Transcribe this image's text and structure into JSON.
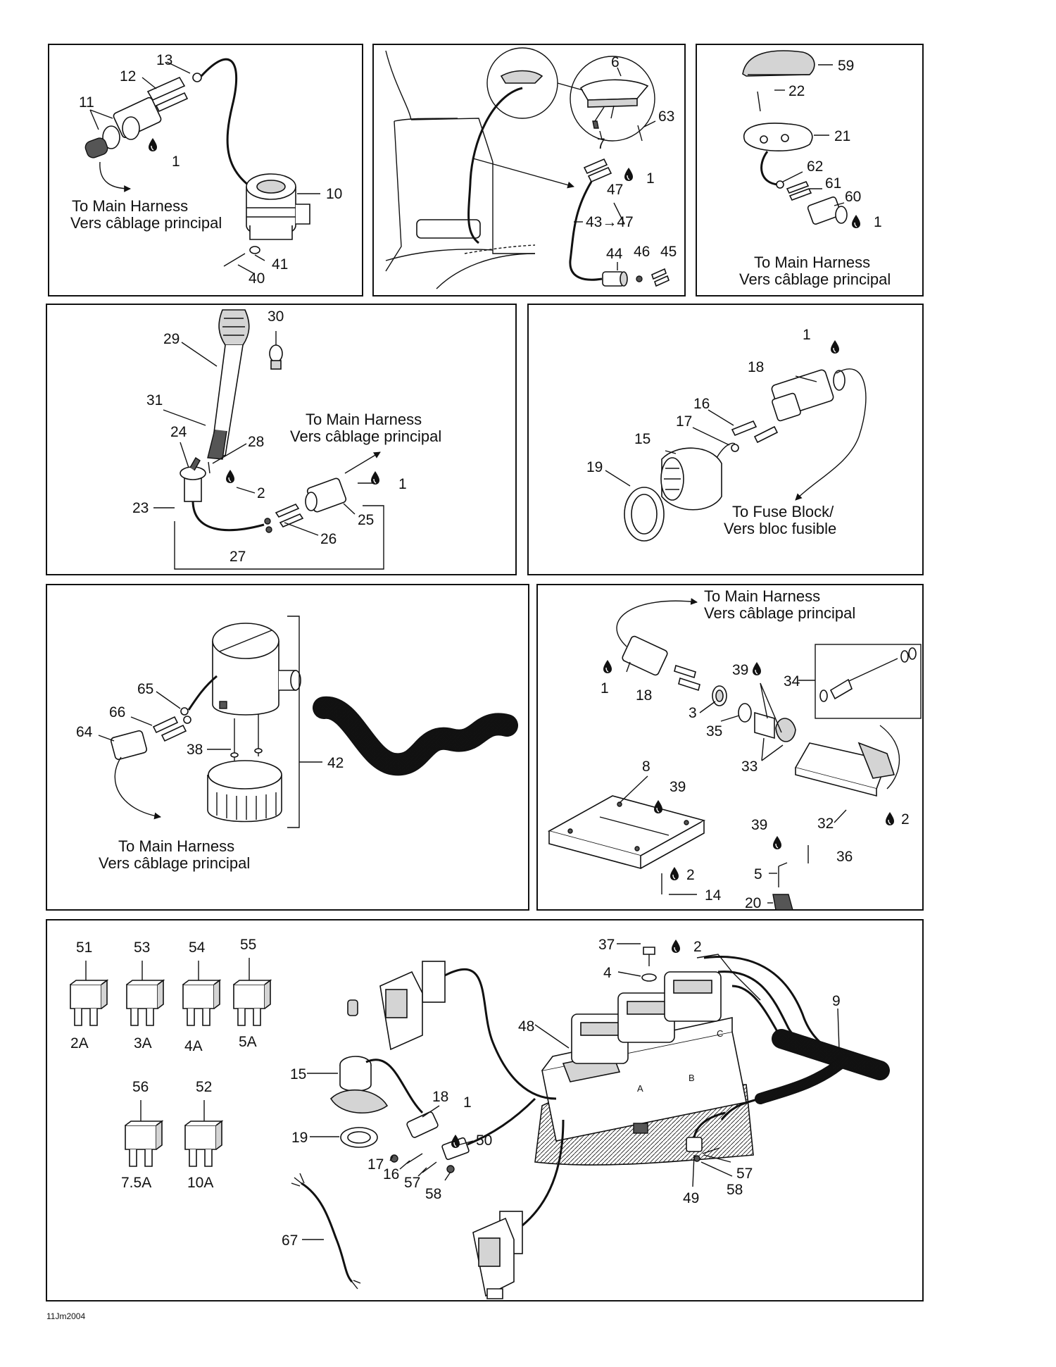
{
  "figure_code": "11Jm2004",
  "notes": {
    "main_harness_en": "To Main Harness",
    "main_harness_fr": "Vers câblage principal",
    "fuse_block_en": "To Fuse Block/",
    "fuse_block_fr": "Vers bloc fusible"
  },
  "labels": {
    "p1": {
      "n13": "13",
      "n12": "12",
      "n11": "11",
      "n1": "1",
      "n10": "10",
      "n41": "41",
      "n40": "40"
    },
    "p2": {
      "n6": "6",
      "n63": "63",
      "n7": "7",
      "n1": "1",
      "n47": "47",
      "n43": "43→47",
      "n44": "44",
      "n46": "46",
      "n45": "45"
    },
    "p3": {
      "n59": "59",
      "n22": "22",
      "n21": "21",
      "n62": "62",
      "n61": "61",
      "n60": "60",
      "n1": "1"
    },
    "p4": {
      "n30": "30",
      "n29": "29",
      "n31": "31",
      "n24": "24",
      "n28": "28",
      "n2": "2",
      "n1": "1",
      "n23": "23",
      "n25": "25",
      "n26": "26",
      "n27": "27"
    },
    "p5": {
      "n1": "1",
      "n18": "18",
      "n16": "16",
      "n17": "17",
      "n15": "15",
      "n19": "19"
    },
    "p6": {
      "n65": "65",
      "n66": "66",
      "n64": "64",
      "n38": "38",
      "n42": "42"
    },
    "p7": {
      "n39a": "39",
      "n34": "34",
      "n1": "1",
      "n18": "18",
      "n3": "3",
      "n35": "35",
      "n33": "33",
      "n8": "8",
      "n39b": "39",
      "n32": "32",
      "n2a": "2",
      "n39c": "39",
      "n36": "36",
      "n5": "5",
      "n2b": "2",
      "n14": "14",
      "n20": "20"
    },
    "p8": {
      "n51": "51",
      "n53": "53",
      "n54": "54",
      "n55": "55",
      "n56": "56",
      "n52": "52",
      "a2": "2A",
      "a3": "3A",
      "a4": "4A",
      "a5": "5A",
      "a75": "7.5A",
      "a10": "10A",
      "n37": "37",
      "n2": "2",
      "n4": "4",
      "n9": "9",
      "n48": "48",
      "n15": "15",
      "n18": "18",
      "n1": "1",
      "n50": "50",
      "n19": "19",
      "n17": "17",
      "n16": "16",
      "n57a": "57",
      "n58a": "58",
      "n57b": "57",
      "n58b": "58",
      "n49": "49",
      "n67": "67",
      "slotA": "A",
      "slotB": "B",
      "slotC": "C"
    }
  }
}
